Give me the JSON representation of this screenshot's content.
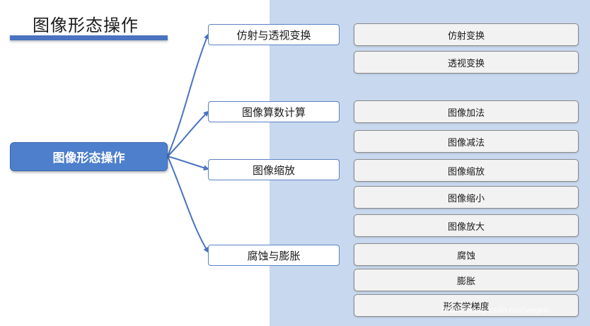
{
  "title": "图像形态操作",
  "root": "图像形态操作",
  "branches": [
    {
      "label": "仿射与透视变换",
      "leaves": [
        "仿射变换",
        "透视变换"
      ]
    },
    {
      "label": "图像算数计算",
      "leaves": [
        "图像加法",
        "图像减法"
      ]
    },
    {
      "label": "图像缩放",
      "leaves": [
        "图像缩放",
        "图像缩小",
        "图像放大"
      ]
    },
    {
      "label": "腐蚀与膨胀",
      "leaves": [
        "腐蚀",
        "膨胀",
        "形态学梯度"
      ]
    }
  ],
  "watermark": "https://blog.csdn.net/yegeli",
  "colors": {
    "accent": "#4e7fcc",
    "panel": "#c8d8ee",
    "arrow": "#4a73c0"
  }
}
